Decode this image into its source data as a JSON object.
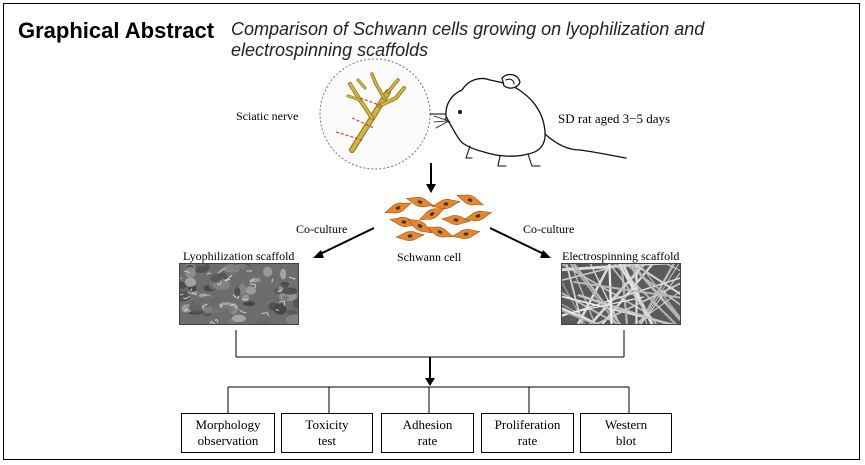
{
  "header": {
    "title": "Graphical Abstract",
    "subtitle": "Comparison of Schwann cells growing on lyophilization and electrospinning scaffolds"
  },
  "diagram": {
    "source_label": "Sciatic nerve",
    "animal_label": "SD rat aged 3−5 days",
    "cell_label": "Schwann cell",
    "coculture_left": "Co-culture",
    "coculture_right": "Co-culture",
    "scaffold_left": "Lyophilization scaffold",
    "scaffold_right": "Electrospinning scaffold",
    "assays": [
      {
        "line1": "Morphology",
        "line2": "observation"
      },
      {
        "line1": "Toxicity",
        "line2": "test"
      },
      {
        "line1": "Adhesion",
        "line2": "rate"
      },
      {
        "line1": "Proliferation",
        "line2": "rate"
      },
      {
        "line1": "Western",
        "line2": "blot"
      }
    ]
  },
  "colors": {
    "nerve": "#d4b43a",
    "cell_body": "#e8872a",
    "cell_nucleus": "#3a3a3a",
    "cut_marks": "#e0401b"
  }
}
